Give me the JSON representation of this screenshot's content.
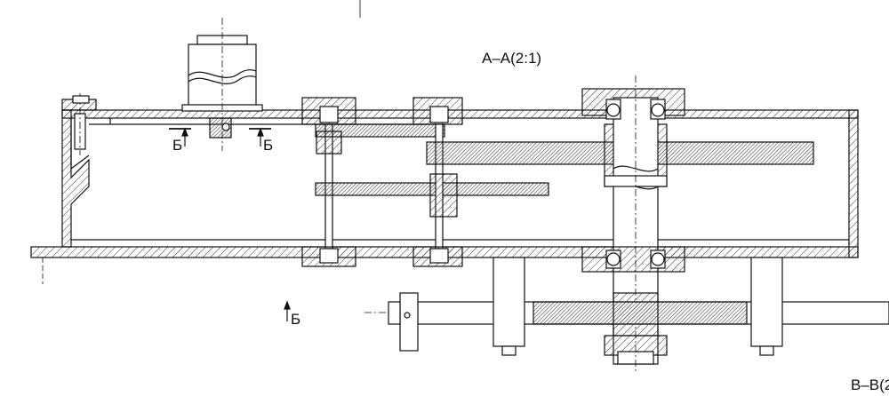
{
  "drawing": {
    "section_title": "A–A(2:1)",
    "section_mark_left": "Б",
    "section_mark_right": "Б",
    "section_mark_lower": "Б",
    "section_title_second": "B–B(2"
  },
  "colors": {
    "line": "#111111",
    "hatch": "#333333",
    "background": "#ffffff"
  }
}
